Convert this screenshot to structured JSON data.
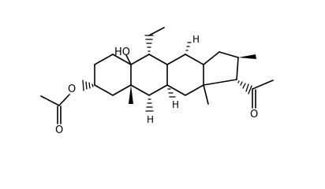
{
  "molecule": {
    "atom_labels": {
      "hydroxyl": "HO",
      "ester_oxygen": "O",
      "ester_carbonyl_oxygen": "O",
      "ketone_oxygen": "O",
      "h_c14": "H",
      "h_c9": "H",
      "h_c8": "H"
    },
    "colors": {
      "ink": "#000000",
      "background": "#ffffff"
    }
  }
}
